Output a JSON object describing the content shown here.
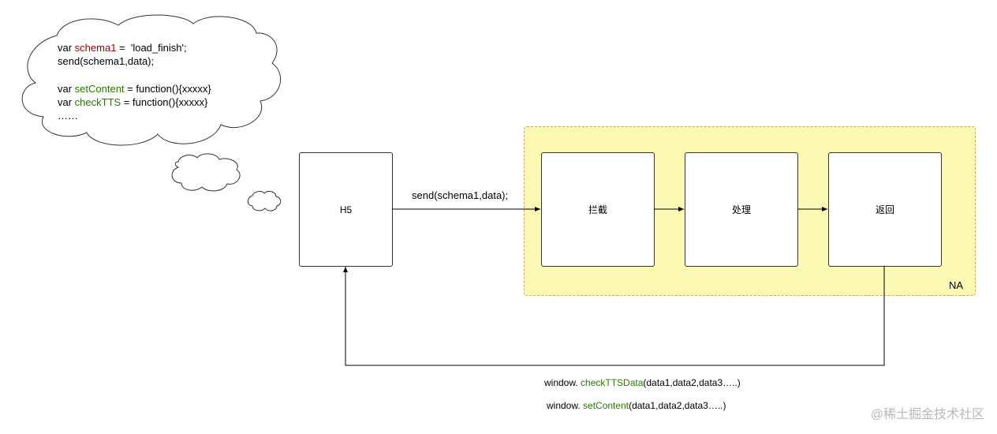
{
  "code_cloud": {
    "line1": {
      "kw": "var ",
      "name": "schema1",
      "rest": " =  'load_finish';"
    },
    "line2": "send(schema1,data);",
    "line3": {
      "kw": "var ",
      "name": "setContent",
      "rest": " = function(){xxxxx}"
    },
    "line4": {
      "kw": "var ",
      "name": "checkTTS",
      "rest": " = function(){xxxxx}"
    },
    "line5": "……"
  },
  "nodes": {
    "h5": "H5",
    "intercept": "拦截",
    "process": "处理",
    "return": "返回"
  },
  "region_label": "NA",
  "edge_send_label": "send(schema1,data);",
  "callback_1": {
    "prefix": "window. ",
    "fn": "checkTTSData",
    "args": "(data1,data2,data3…..)"
  },
  "callback_2": {
    "prefix": "window. ",
    "fn": "setContent",
    "args": "(data1,data2,data3…..)"
  },
  "watermark": "@稀土掘金技术社区",
  "colors": {
    "region_fill": "#fbf9b4",
    "region_border": "#d8a36a",
    "highlight_red": "#a50000",
    "highlight_green": "#2a7a00"
  }
}
